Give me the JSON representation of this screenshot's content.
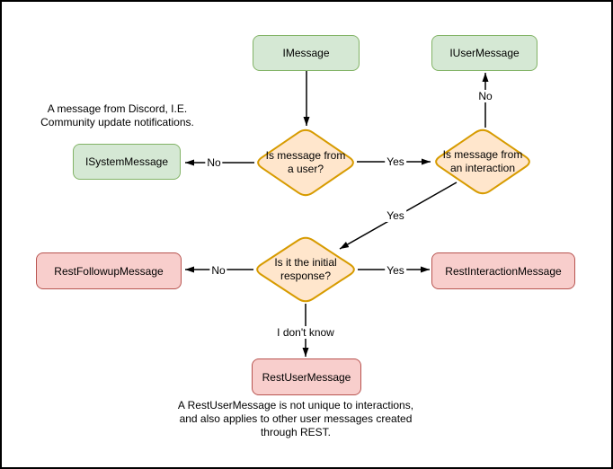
{
  "diagram": {
    "nodes": {
      "imessage": {
        "label": "IMessage",
        "type": "class",
        "color": "green"
      },
      "iusermessage": {
        "label": "IUserMessage",
        "type": "class",
        "color": "green"
      },
      "isystemmessage": {
        "label": "ISystemMessage",
        "type": "class",
        "color": "green"
      },
      "restfollowup": {
        "label": "RestFollowupMessage",
        "type": "class",
        "color": "red"
      },
      "restinteraction": {
        "label": "RestInteractionMessage",
        "type": "class",
        "color": "red"
      },
      "restuser": {
        "label": "RestUserMessage",
        "type": "class",
        "color": "red"
      },
      "q_user": {
        "label": "Is message from\na user?",
        "type": "decision",
        "color": "orange"
      },
      "q_interaction": {
        "label": "Is message from\nan interaction",
        "type": "decision",
        "color": "orange"
      },
      "q_initial": {
        "label": "Is it the initial\nresponse?",
        "type": "decision",
        "color": "orange"
      }
    },
    "edge_labels": {
      "user_no": "No",
      "user_yes": "Yes",
      "interaction_no": "No",
      "interaction_yes": "Yes",
      "initial_no": "No",
      "initial_yes": "Yes",
      "initial_unknown": "I don't know"
    },
    "annotations": {
      "system_note": "A message from Discord, I.E.\nCommunity update notifications.",
      "restuser_note": "A RestUserMessage is not unique to interactions,\nand also applies to other user messages created\nthrough REST."
    },
    "colors": {
      "green_fill": "#d5e8d4",
      "green_stroke": "#82b366",
      "orange_fill": "#ffe6cc",
      "orange_stroke": "#d79b00",
      "red_fill": "#f8cecc",
      "red_stroke": "#b85450",
      "edge": "#000000",
      "background": "#ffffff",
      "border": "#000000"
    }
  }
}
